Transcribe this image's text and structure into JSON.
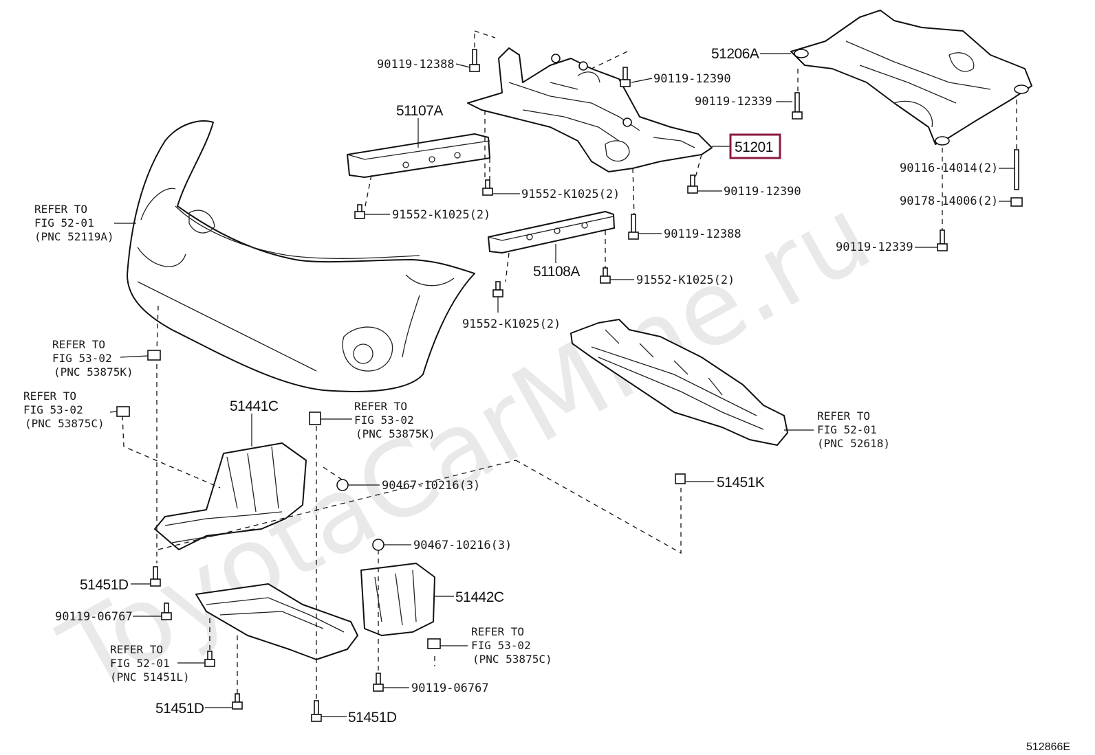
{
  "watermark": "ToyotaCarMine.ru",
  "diagram_code": "512866E",
  "highlight_color": "#8b1a3c",
  "highlighted_part": "51201",
  "part_numbers": {
    "p51201": "51201",
    "p51206A": "51206A",
    "p51107A": "51107A",
    "p51108A": "51108A",
    "p51441C": "51441C",
    "p51442C": "51442C",
    "p51451K": "51451K",
    "p51451D_a": "51451D",
    "p51451D_b": "51451D",
    "p51451D_c": "51451D"
  },
  "fasteners": {
    "f90119_12388_a": "90119-12388",
    "f90119_12390_a": "90119-12390",
    "f90119_12339_a": "90119-12339",
    "f90116_14014": "90116-14014(2)",
    "f90178_14006": "90178-14006(2)",
    "f90119_12339_b": "90119-12339",
    "f91552_a": "91552-K1025(2)",
    "f91552_b": "91552-K1025(2)",
    "f90119_12390_b": "90119-12390",
    "f90119_12388_b": "90119-12388",
    "f91552_c": "91552-K1025(2)",
    "f91552_d": "91552-K1025(2)",
    "f90467_a": "90467-10216(3)",
    "f90467_b": "90467-10216(3)",
    "f90119_06767_a": "90119-06767",
    "f90119_06767_b": "90119-06767"
  },
  "references": [
    {
      "line1": "REFER TO",
      "line2": "FIG 52-01",
      "line3": "(PNC 52119A)"
    },
    {
      "line1": "REFER TO",
      "line2": "FIG 53-02",
      "line3": "(PNC 53875K)"
    },
    {
      "line1": "REFER TO",
      "line2": "FIG 53-02",
      "line3": "(PNC 53875C)"
    },
    {
      "line1": "REFER TO",
      "line2": "FIG 53-02",
      "line3": "(PNC 53875K)"
    },
    {
      "line1": "REFER TO",
      "line2": "FIG 52-01",
      "line3": "(PNC 52618)"
    },
    {
      "line1": "REFER TO",
      "line2": "FIG 53-02",
      "line3": "(PNC 53875C)"
    },
    {
      "line1": "REFER TO",
      "line2": "FIG 52-01",
      "line3": "(PNC 51451L)"
    }
  ]
}
